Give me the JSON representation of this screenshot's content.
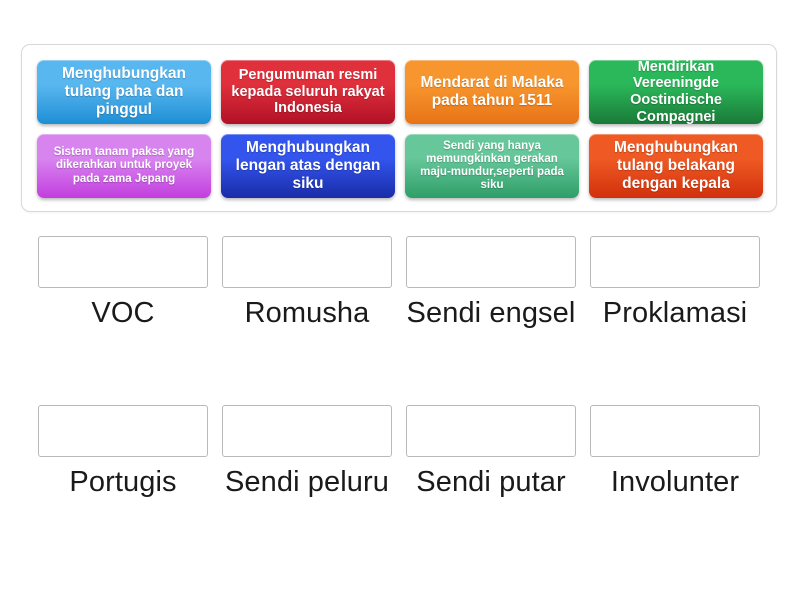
{
  "activity": {
    "type": "match-up-drag-and-drop",
    "tray": {
      "tiles": [
        {
          "text": "Menghubungkan tulang paha dan pinggul",
          "color_top": "#59b7ef",
          "color_bottom": "#1e8fd5",
          "size": "lg"
        },
        {
          "text": "Pengumuman resmi kepada seluruh rakyat Indonesia",
          "color_top": "#e0303c",
          "color_bottom": "#b11126",
          "size": "md"
        },
        {
          "text": "Mendarat di Malaka pada tahun 1511",
          "color_top": "#f7962e",
          "color_bottom": "#e87317",
          "size": "lg"
        },
        {
          "text": "Mendirikan Vereeningde Oostindische Compagnei",
          "color_top": "#2bb85a",
          "color_bottom": "#1a7a38",
          "size": "md"
        },
        {
          "text": "Sistem tanam paksa yang dikerahkan untuk proyek pada zama Jepang",
          "color_top": "#d884ef",
          "color_bottom": "#c23ede",
          "size": "sm"
        },
        {
          "text": "Menghubungkan lengan atas dengan siku",
          "color_top": "#3355ee",
          "color_bottom": "#1a2ca8",
          "size": "lg"
        },
        {
          "text": "Sendi yang hanya memungkinkan gerakan maju-mundur,seperti pada siku",
          "color_top": "#66c79a",
          "color_bottom": "#2e9e68",
          "size": "sm"
        },
        {
          "text": "Menghubungkan tulang belakang dengan kepala",
          "color_top": "#ef5a24",
          "color_bottom": "#d2300c",
          "size": "lg"
        }
      ]
    },
    "drop_slots": [
      {
        "label": "VOC",
        "value": ""
      },
      {
        "label": "Romusha",
        "value": ""
      },
      {
        "label": "Sendi engsel",
        "value": ""
      },
      {
        "label": "Proklamasi",
        "value": ""
      },
      {
        "label": "Portugis",
        "value": ""
      },
      {
        "label": "Sendi peluru",
        "value": ""
      },
      {
        "label": "Sendi putar",
        "value": ""
      },
      {
        "label": "Involunter",
        "value": ""
      }
    ]
  }
}
